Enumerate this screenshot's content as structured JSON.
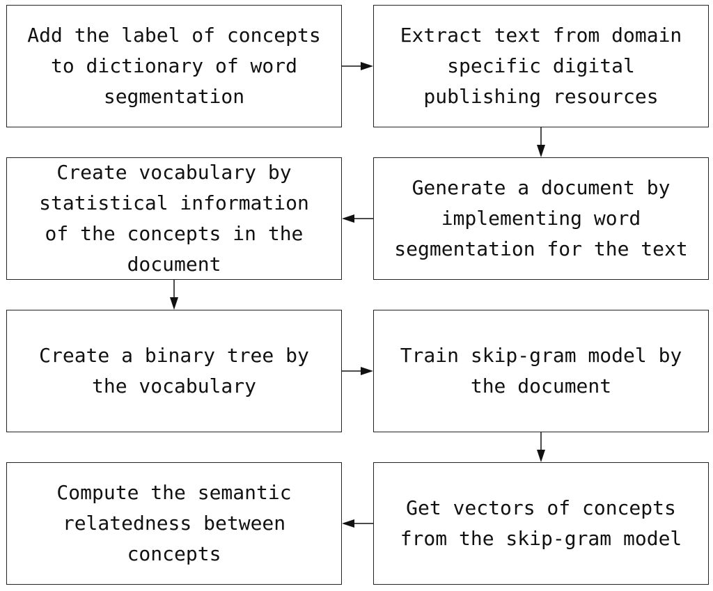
{
  "steps": {
    "s1": "Add the label of concepts\nto dictionary of word\nsegmentation",
    "s2": "Extract text from domain\nspecific digital\npublishing resources",
    "s3": "Generate a document by\nimplementing word\nsegmentation for the text",
    "s4": "Create vocabulary by\nstatistical information\nof the concepts in the\ndocument",
    "s5": "Create a binary tree by\nthe vocabulary",
    "s6": "Train skip-gram model by\nthe document",
    "s7": "Get vectors of concepts\nfrom the skip-gram model",
    "s8": "Compute the semantic\nrelatedness between\nconcepts"
  }
}
